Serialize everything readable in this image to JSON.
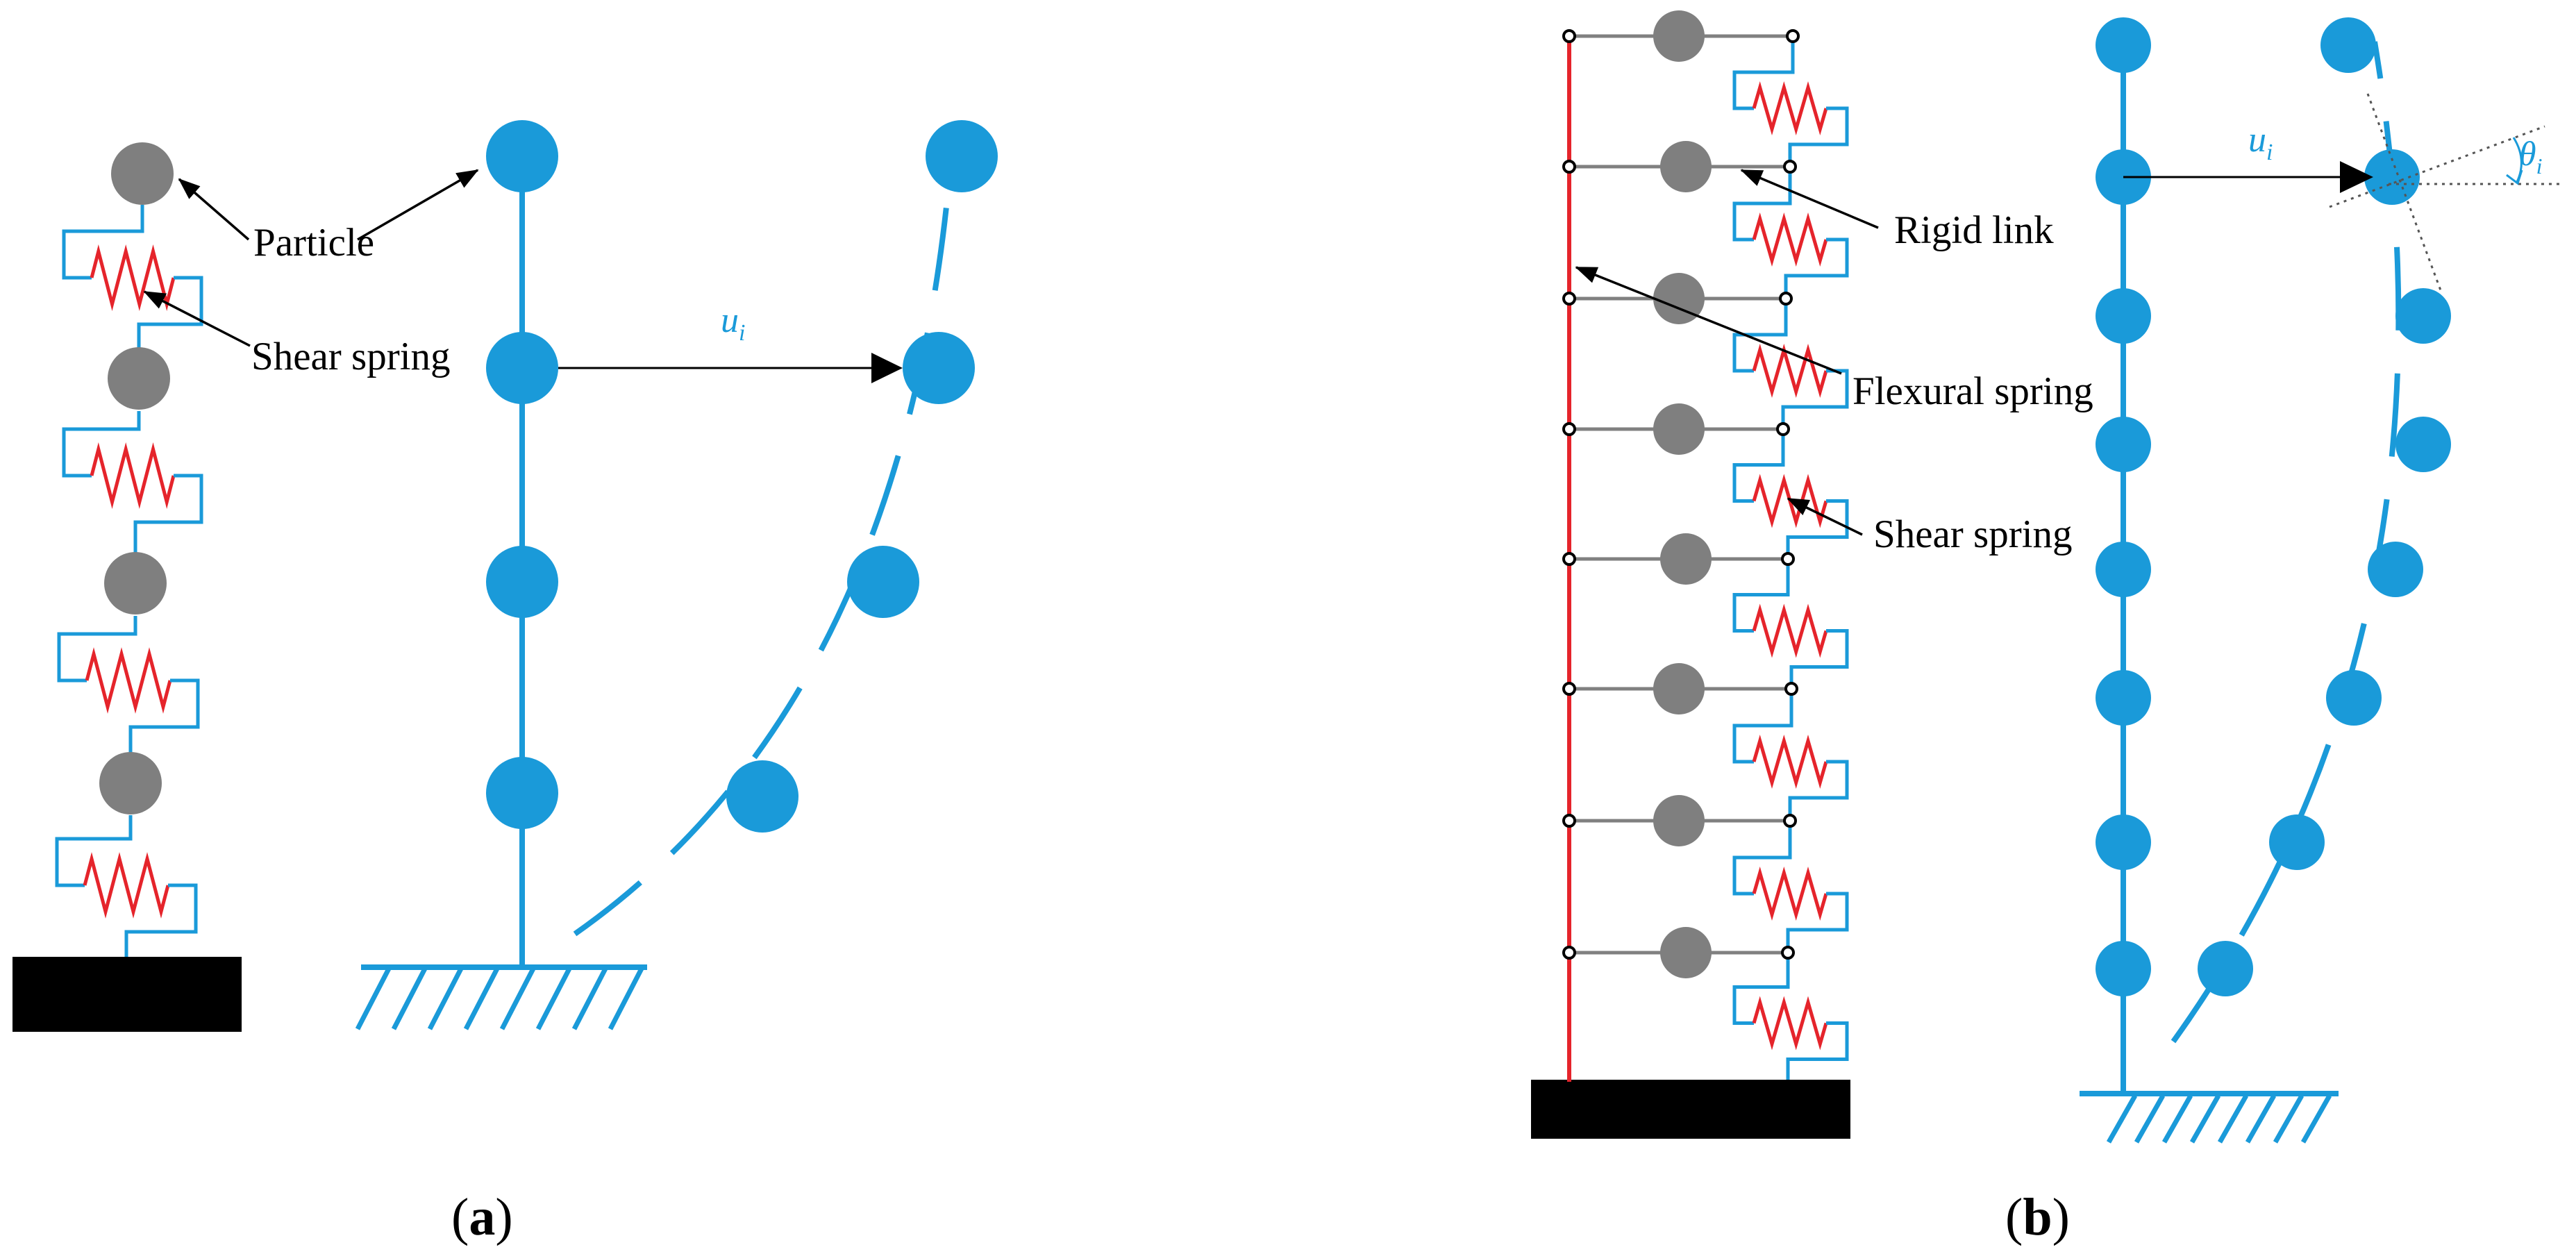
{
  "labels": {
    "particle": "Particle",
    "shear_spring_a": "Shear spring",
    "rigid_link": "Rigid link",
    "flexural_spring": "Flexural spring",
    "shear_spring_b": "Shear spring"
  },
  "math": {
    "u_a": {
      "base": "u",
      "sub": "i"
    },
    "u_b": {
      "base": "u",
      "sub": "i"
    },
    "theta": {
      "base": "θ",
      "sub": "i"
    }
  },
  "captions": {
    "a": {
      "open": "(",
      "letter": "a",
      "close": ")"
    },
    "b": {
      "open": "(",
      "letter": "b",
      "close": ")"
    }
  },
  "colors": {
    "blue": "#1a9ad9",
    "red": "#e5242b",
    "gray": "#7f7f7f",
    "link": "#808080",
    "black": "#000000"
  }
}
